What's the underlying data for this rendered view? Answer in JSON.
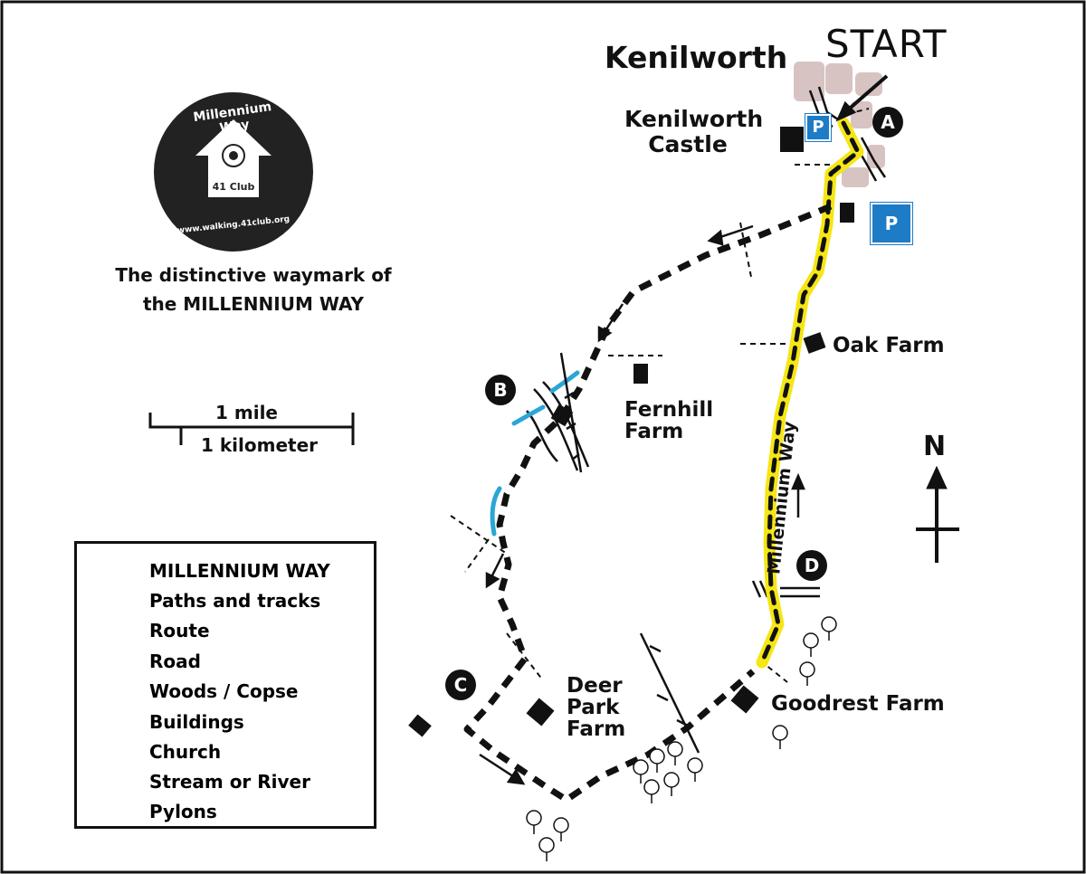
{
  "town": "Kenilworth",
  "start_label": "START",
  "castle_label": "Kenilworth Castle",
  "places": {
    "oak": "Oak Farm",
    "fernhill_1": "Fernhill",
    "fernhill_2": "Farm",
    "deer_1": "Deer",
    "deer_2": "Park",
    "deer_3": "Farm",
    "goodrest": "Goodrest Farm"
  },
  "markers": {
    "a": "A",
    "b": "B",
    "c": "C",
    "d": "D"
  },
  "route_label": "Millennium Way",
  "caption_1": "The distinctive waymark of",
  "caption_2": "the MILLENNIUM WAY",
  "badge": {
    "ring_text": "Millennium Way",
    "club": "41 Club",
    "url": "www.walking.41club.org"
  },
  "scale": {
    "mile": "1 mile",
    "km": "1 kilometer"
  },
  "north": "N",
  "parking": {
    "p1": "P",
    "p2": "P"
  },
  "legend": [
    {
      "label": "MILLENNIUM WAY",
      "symbol": "millennium-way"
    },
    {
      "label": "Paths and tracks",
      "symbol": "path"
    },
    {
      "label": "Route",
      "symbol": "route-arrow"
    },
    {
      "label": "Road",
      "symbol": "road"
    },
    {
      "label": "Woods / Copse",
      "symbol": "tree"
    },
    {
      "label": "Buildings",
      "symbol": "building"
    },
    {
      "label": "Church",
      "symbol": "church"
    },
    {
      "label": "Stream or River",
      "symbol": "stream"
    },
    {
      "label": "Pylons",
      "symbol": "pylon"
    }
  ],
  "colors": {
    "route_yellow": "#f5e614",
    "stream_blue": "#2aa6d6",
    "parking_blue": "#1e7bc6",
    "town_pink": "#d8c3c3"
  }
}
